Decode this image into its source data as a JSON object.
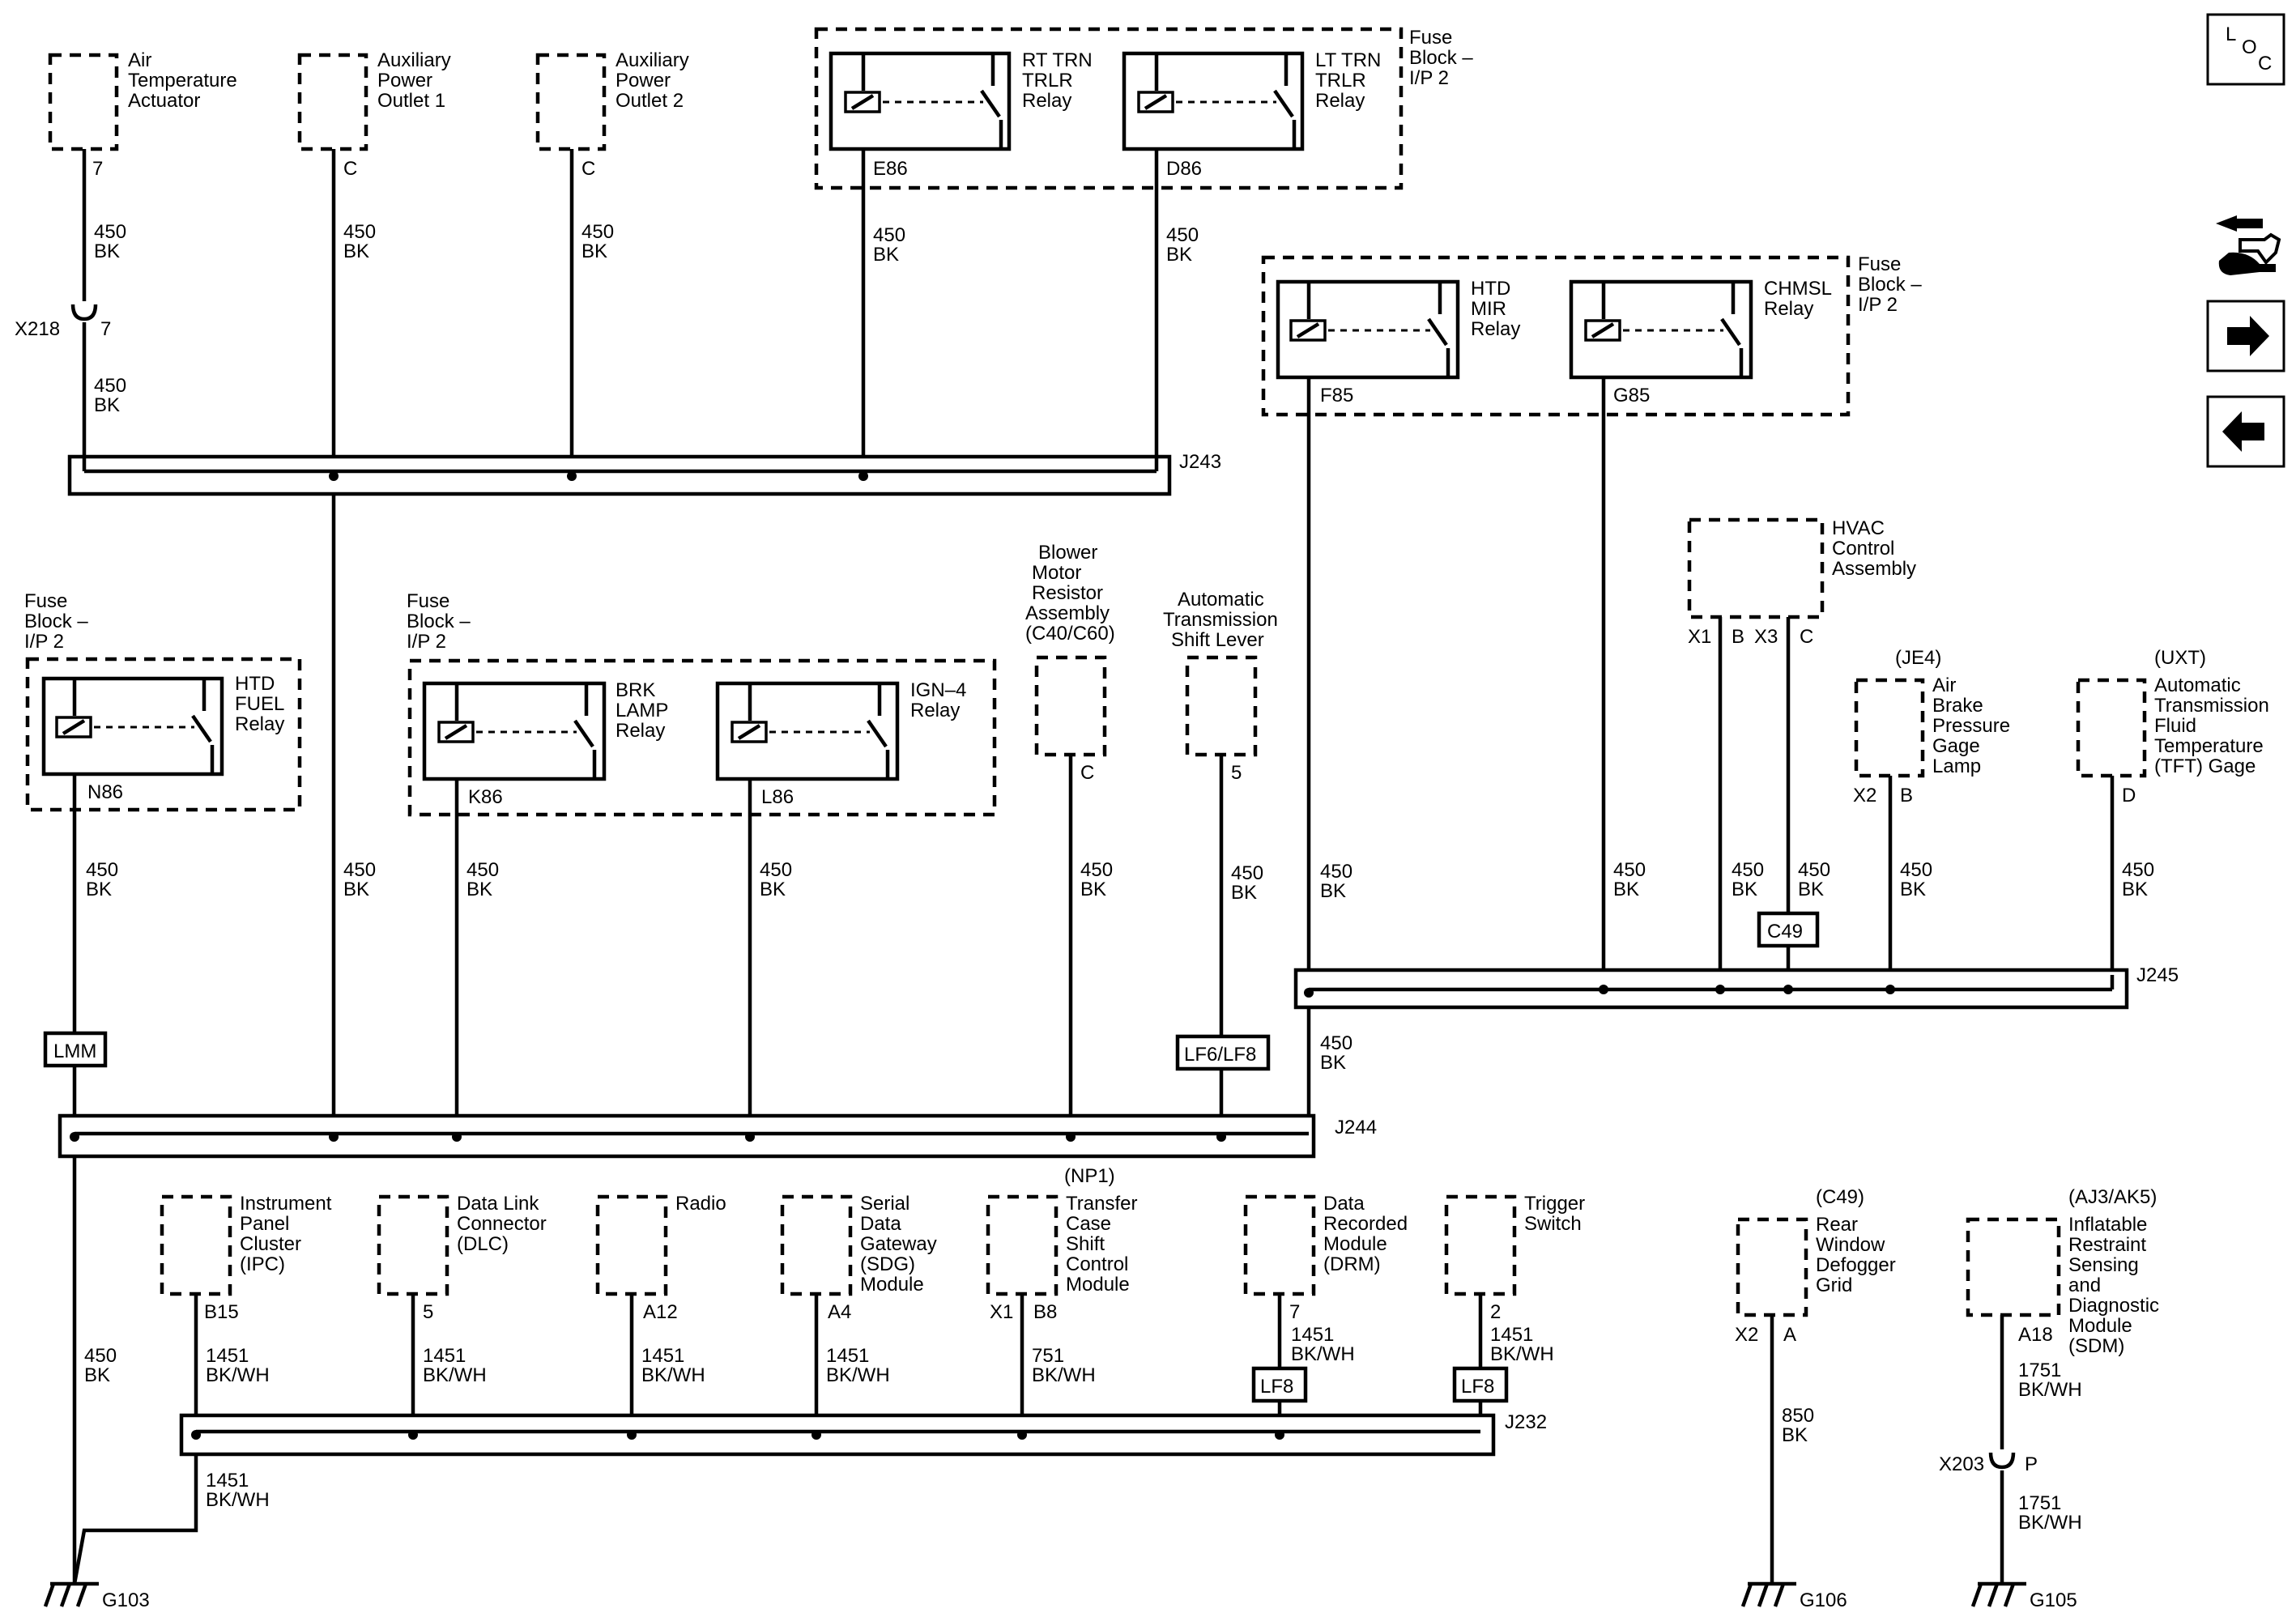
{
  "labels": {
    "air_temp_actuator": [
      "Air",
      "Temperature",
      "Actuator"
    ],
    "aux_outlet_1": [
      "Auxiliary",
      "Power",
      "Outlet 1"
    ],
    "aux_outlet_2": [
      "Auxiliary",
      "Power",
      "Outlet 2"
    ],
    "fuse_block_top": [
      "Fuse",
      "Block –",
      "I/P 2"
    ],
    "rt_trn_relay": [
      "RT TRN",
      "TRLR",
      "Relay"
    ],
    "lt_trn_relay": [
      "LT TRN",
      "TRLR",
      "Relay"
    ],
    "fuse_block_mid": [
      "Fuse",
      "Block –",
      "I/P 2"
    ],
    "htd_mir_relay": [
      "HTD",
      "MIR",
      "Relay"
    ],
    "chmsl_relay": [
      "CHMSL",
      "Relay"
    ],
    "hvac_control": [
      "HVAC",
      "Control",
      "Assembly"
    ],
    "fuse_block_left": [
      "Fuse",
      "Block –",
      "I/P 2"
    ],
    "htd_fuel_relay": [
      "HTD",
      "FUEL",
      "Relay"
    ],
    "fuse_block_brk": [
      "Fuse",
      "Block –",
      "I/P 2"
    ],
    "brk_lamp_relay": [
      "BRK",
      "LAMP",
      "Relay"
    ],
    "ign4_relay": [
      "IGN–4",
      "Relay"
    ],
    "blower_resistor": [
      "Blower",
      "Motor",
      "Resistor",
      "Assembly",
      "(C40/C60)"
    ],
    "auto_trans_shift_lever": [
      "Automatic",
      "Transmission",
      "Shift Lever"
    ],
    "air_brake_gage": [
      "(JE4)",
      "Air",
      "Brake",
      "Pressure",
      "Gage",
      "Lamp"
    ],
    "tft_gage": [
      "(UXT)",
      "Automatic",
      "Transmission",
      "Fluid",
      "Temperature",
      "(TFT) Gage"
    ],
    "ipc": [
      "Instrument",
      "Panel",
      "Cluster",
      "(IPC)"
    ],
    "dlc": [
      "Data Link",
      "Connector",
      "(DLC)"
    ],
    "radio": [
      "Radio"
    ],
    "sdg": [
      "Serial",
      "Data",
      "Gateway",
      "(SDG)",
      "Module"
    ],
    "transfer_case": [
      "(NP1)",
      "Transfer",
      "Case",
      "Shift",
      "Control",
      "Module"
    ],
    "drm": [
      "Data",
      "Recorded",
      "Module",
      "(DRM)"
    ],
    "trigger_switch": [
      "Trigger",
      "Switch"
    ],
    "rear_defogger": [
      "(C49)",
      "Rear",
      "Window",
      "Defogger",
      "Grid"
    ],
    "sdm": [
      "(AJ3/AK5)",
      "Inflatable",
      "Restraint",
      "Sensing",
      "and",
      "Diagnostic",
      "Module",
      "(SDM)"
    ]
  },
  "pins": {
    "air_temp": "7",
    "aux1": "C",
    "aux2": "C",
    "rt_trn": "E86",
    "lt_trn": "D86",
    "htd_mir": "F85",
    "chmsl": "G85",
    "htd_fuel": "N86",
    "brk_lamp": "K86",
    "ign4": "L86",
    "blower": "C",
    "shift_lever": "5",
    "hvac_x1": "X1",
    "hvac_b": "B",
    "hvac_x3": "X3",
    "hvac_c": "C",
    "air_brake_x2": "X2",
    "air_brake_b": "B",
    "tft_d": "D",
    "ipc": "B15",
    "dlc": "5",
    "radio": "A12",
    "sdg": "A4",
    "transfer_x1": "X1",
    "transfer_b8": "B8",
    "drm": "7",
    "trigger": "2",
    "defog_x2": "X2",
    "defog_a": "A",
    "sdm": "A18",
    "x218_pin": "7",
    "x203_pin": "P"
  },
  "connectors": {
    "x218": "X218",
    "x203": "X203",
    "c49": "C49",
    "lmm": "LMM",
    "lf6_lf8": "LF6/LF8",
    "lf8_a": "LF8",
    "lf8_b": "LF8"
  },
  "splices": {
    "j243": "J243",
    "j244": "J244",
    "j245": "J245",
    "j232": "J232"
  },
  "grounds": {
    "g103": "G103",
    "g106": "G106",
    "g105": "G105"
  },
  "wires": {
    "w450": [
      "450",
      "BK"
    ],
    "w1451": [
      "1451",
      "BK/WH"
    ],
    "w751": [
      "751",
      "BK/WH"
    ],
    "w850": [
      "850",
      "BK"
    ],
    "w1751": [
      "1751",
      "BK/WH"
    ]
  },
  "nav": {
    "loc": [
      "L",
      "O",
      "C"
    ],
    "icons": [
      "loc-icon",
      "component-info-icon",
      "next-page-icon",
      "previous-page-icon"
    ]
  }
}
